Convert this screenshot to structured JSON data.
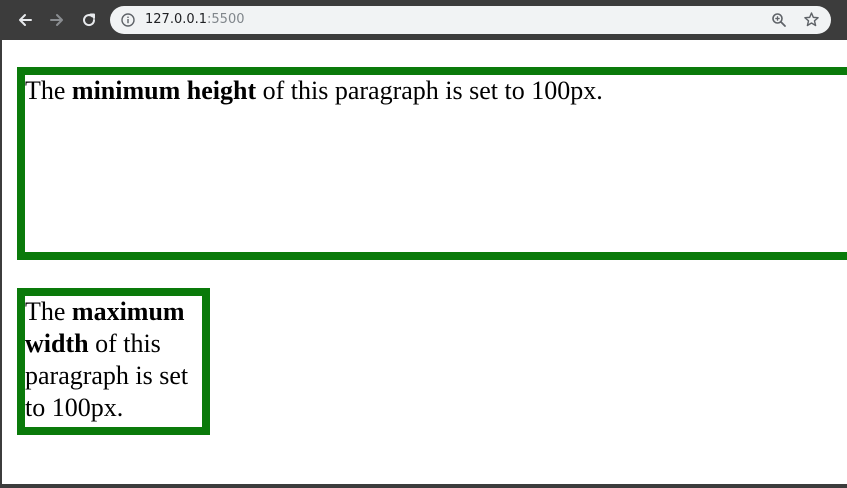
{
  "browser": {
    "url_host": "127.0.0.1",
    "url_port": ":5500",
    "icons": {
      "back": "back-arrow-icon",
      "forward": "forward-arrow-icon",
      "reload": "reload-icon",
      "info": "info-icon",
      "zoom": "zoom-icon",
      "bookmark": "star-icon"
    }
  },
  "paragraphs": {
    "p1": {
      "prefix": "The ",
      "bold": "minimum height",
      "suffix": " of this paragraph is set to 100px."
    },
    "p2": {
      "prefix": "The ",
      "bold": "maximum width",
      "suffix": " of this paragraph is set to 100px."
    }
  },
  "colors": {
    "chrome": "#3c3c3c",
    "omnibox": "#f1f3f4",
    "border_green": "#0a7a0a"
  }
}
